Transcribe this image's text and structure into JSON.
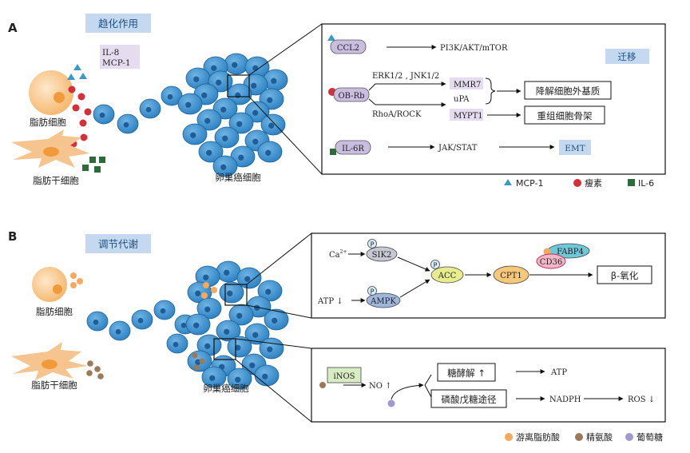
{
  "panelA": {
    "letter": "A",
    "title": "趋化作用",
    "chemokines": [
      "IL-8",
      "MCP-1"
    ],
    "adipocyte": "脂肪细胞",
    "stem_cell": "脂肪干细胞",
    "cancer": "卵巢癌细胞",
    "rows": {
      "ccl2": {
        "receptor": "CCL2",
        "pathway": "PI3K/AKT/mTOR"
      },
      "migration": "迁移",
      "obr": {
        "receptor": "OB-Rb",
        "pathway_top": "ERK1/2 , JNK1/2",
        "pathway_bottom": "RhoA/ROCK"
      },
      "targets": [
        "MMR7",
        "uPA",
        "MYPT1"
      ],
      "outcomes": [
        "降解细胞外基质",
        "重组细胞骨架"
      ],
      "il6r": {
        "receptor": "IL-6R",
        "pathway": "JAK/STAT",
        "outcome": "EMT"
      }
    },
    "legend": [
      {
        "icon": "triangle",
        "color": "#3a9ac4",
        "label": "MCP-1"
      },
      {
        "icon": "circle",
        "color": "#d4303a",
        "label": "瘦素"
      },
      {
        "icon": "square",
        "color": "#2e6b3a",
        "label": "IL-6"
      }
    ]
  },
  "panelB": {
    "letter": "B",
    "title": "调节代谢",
    "adipocyte": "脂肪细胞",
    "stem_cell": "脂肪干细胞",
    "cancer": "卵巢癌细胞",
    "top": {
      "ca": "Ca",
      "ca_sup": "2+",
      "sik2": "SIK2",
      "atp_in": "ATP ↓",
      "ampk": "AMPK",
      "acc": "ACC",
      "cpt1": "CPT1",
      "fabp4": "FABP4",
      "cd36": "CD36",
      "beta": "β-氧化",
      "p": "P"
    },
    "bottom": {
      "inos": "iNOS",
      "no": "NO ↑",
      "glycolysis": "糖酵解 ↑",
      "atp": "ATP",
      "ppp": "磷酸戊糖途径",
      "nadph": "NADPH",
      "ros": "ROS ↓"
    },
    "legend": [
      {
        "color": "#f4a95c",
        "label": "游离脂肪酸"
      },
      {
        "color": "#9b7a5a",
        "label": "精氨酸"
      },
      {
        "color": "#9e9ad0",
        "label": "葡萄糖"
      }
    ]
  },
  "colors": {
    "cell_blue": "#2f86c7",
    "nucleus_blue": "#1f5d99",
    "label_box": "#c4d9ef",
    "receptor_fill": "#c9bde0",
    "fat_orange": "#f4b56a"
  }
}
